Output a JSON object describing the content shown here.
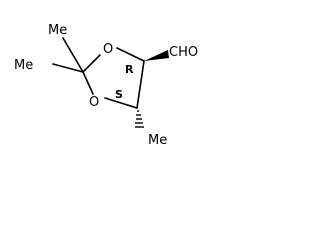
{
  "molecule": {
    "atoms": {
      "o_top": "O",
      "o_bottom": "O",
      "methyl_top": "Me",
      "methyl_left": "Me",
      "methyl_right": "Me",
      "aldehyde": "CHO"
    },
    "stereo": {
      "c4": "R",
      "c5": "S"
    }
  }
}
